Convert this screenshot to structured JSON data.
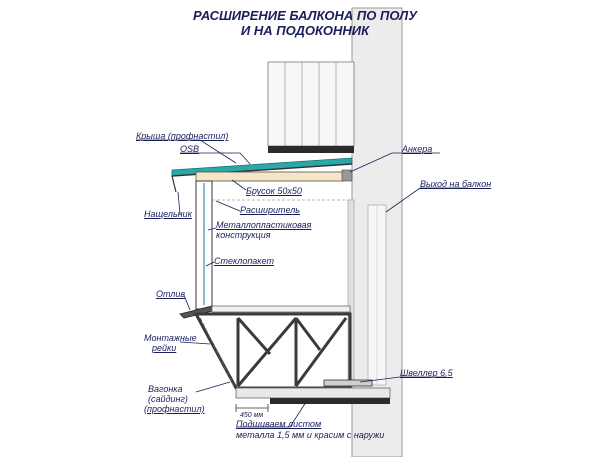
{
  "title": {
    "line1": "РАСШИРЕНИЕ БАЛКОНА ПО ПОЛУ",
    "line2": "И НА ПОДОКОННИК"
  },
  "labels": {
    "roof": "Крыша (профнастил)",
    "osb": "OSB",
    "anchors": "Анкера",
    "exit": "Выход на балкон",
    "beam": "Брусок 50х50",
    "expander": "Расширитель",
    "drip_edge": "Нащельник",
    "frame_line1": "Металлопластиковая",
    "frame_line2": "конструкция",
    "glass": "Стеклопакет",
    "sill": "Отлив",
    "rails_line1": "Монтажные",
    "rails_line2": "рейки",
    "cladding_line1": "Вагонка",
    "cladding_line2": "(сайдинг)",
    "cladding_line3": "(профнастил)",
    "channel": "Швеллер 6,5",
    "dimension": "450 мм",
    "bottom_line1": "Подшиваем листом",
    "bottom_line2": "металла 1,5 мм и красим с наружи"
  },
  "colors": {
    "ink": "#1a1f5a",
    "roof": "#2aa8a8",
    "wall": "#ececec",
    "frame": "#3a3a3a"
  }
}
